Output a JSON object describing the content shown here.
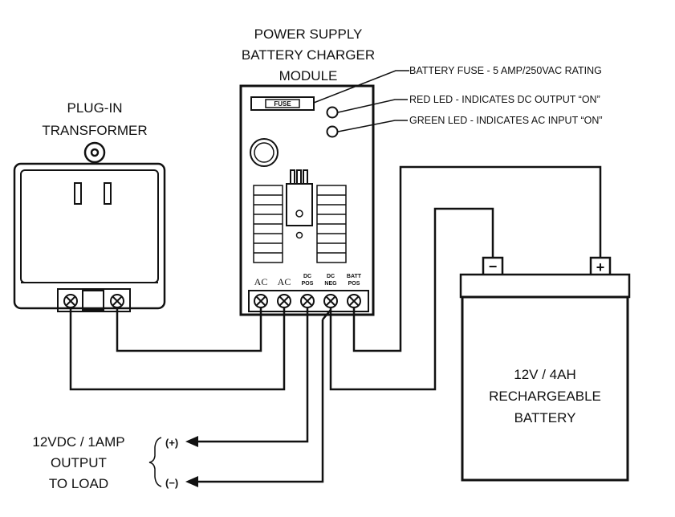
{
  "module": {
    "title_lines": [
      "POWER SUPPLY",
      "BATTERY CHARGER",
      "MODULE"
    ],
    "fuse_label": "FUSE",
    "terminals": [
      "AC",
      "AC",
      "DC\nPOS",
      "DC\nNEG",
      "BATT\nPOS"
    ]
  },
  "transformer": {
    "title_lines": [
      "PLUG-IN",
      "TRANSFORMER"
    ]
  },
  "callouts": {
    "fuse": "BATTERY FUSE - 5 AMP/250VAC RATING",
    "red_led": "RED LED - INDICATES DC OUTPUT “ON”",
    "green_led": "GREEN LED - INDICATES AC INPUT “ON”"
  },
  "battery": {
    "label_lines": [
      "12V / 4AH",
      "RECHARGEABLE",
      "BATTERY"
    ],
    "neg_symbol": "−",
    "pos_symbol": "+"
  },
  "output": {
    "label_lines": [
      "12VDC / 1AMP",
      "OUTPUT",
      "TO LOAD"
    ],
    "pos": "(+)",
    "neg": "(−)"
  }
}
